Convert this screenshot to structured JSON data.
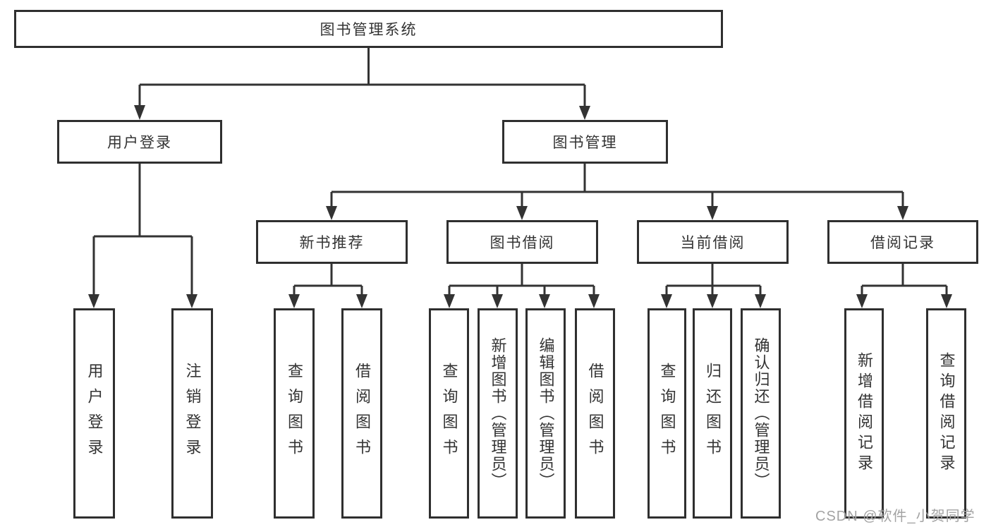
{
  "diagram": {
    "root": {
      "label": "图书管理系统"
    },
    "level2": [
      {
        "label": "用户登录"
      },
      {
        "label": "图书管理"
      }
    ],
    "level3": [
      {
        "label": "新书推荐"
      },
      {
        "label": "图书借阅"
      },
      {
        "label": "当前借阅"
      },
      {
        "label": "借阅记录"
      }
    ],
    "leaves": {
      "user_login": [
        "用户登录",
        "注销登录"
      ],
      "new_books": [
        "查询图书",
        "借阅图书"
      ],
      "book_borrow": [
        "查询图书",
        "新增图书（管理员）",
        "编辑图书（管理员）",
        "借阅图书"
      ],
      "current_borrow": [
        "查询图书",
        "归还图书",
        "确认归还（管理员）"
      ],
      "borrow_records": [
        "新增借阅记录",
        "查询借阅记录"
      ]
    },
    "watermark": "CSDN @软件_小贺同学",
    "colors": {
      "line": "#333333",
      "box_border": "#2f2f2f",
      "text": "#333333",
      "watermark_text": "#a3a3a3",
      "background": "#ffffff"
    }
  }
}
